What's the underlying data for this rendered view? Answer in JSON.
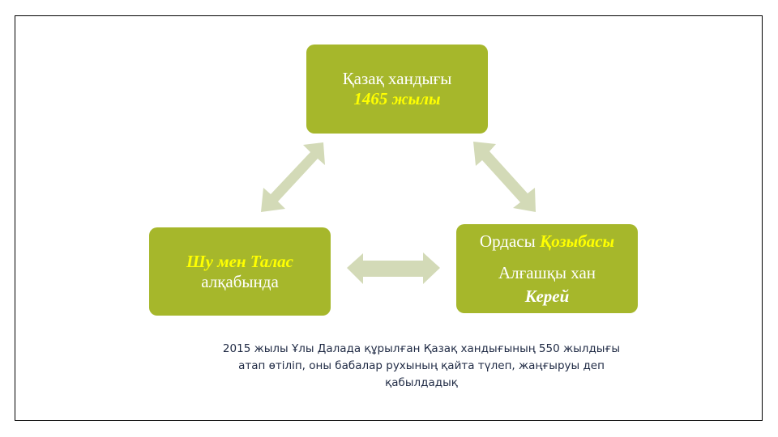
{
  "slide": {
    "boxes": {
      "top": {
        "line1": "Қазақ хандығы",
        "line2_highlight": "1465 жылы"
      },
      "left": {
        "line1_highlight": "Шу мен Талас",
        "line2": "алқабында"
      },
      "right": {
        "line1_prefix": "Ордасы",
        "line1_highlight": "Қозыбасы",
        "line2": "Алғашқы хан",
        "line3_bold": "Керей"
      }
    },
    "arrows": [
      {
        "name": "top-left-double-arrow",
        "from": "top",
        "to": "left"
      },
      {
        "name": "top-right-double-arrow",
        "from": "top",
        "to": "right"
      },
      {
        "name": "left-right-double-arrow",
        "from": "left",
        "to": "right"
      }
    ],
    "caption": {
      "line1": "2015 жылы Ұлы Далада құрылған Қазақ хандығының 550 жылдығы",
      "line2": "атап өтіліп, оны бабалар рухының қайта түлеп, жаңғыруы деп",
      "line3": "қабылдадық"
    },
    "colors": {
      "box": "#a6b72b",
      "arrow": "#d3dab7",
      "highlight": "#ffff00",
      "caption": "#1f2a44"
    }
  }
}
